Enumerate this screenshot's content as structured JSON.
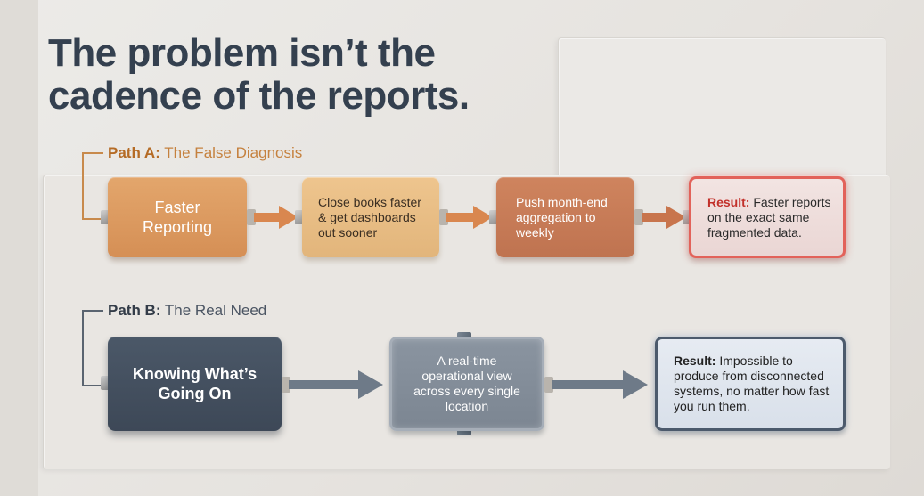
{
  "title": {
    "line1": "The problem isn’t the",
    "line2": "cadence of the reports."
  },
  "path_a": {
    "label_bold": "Path A:",
    "label_rest": " The False Diagnosis",
    "steps": [
      {
        "text": "Faster Reporting"
      },
      {
        "text": "Close books faster & get dashboards out sooner"
      },
      {
        "text": "Push month-end aggregation to weekly"
      }
    ],
    "result": {
      "label": "Result:",
      "text": " Faster reports on the exact same fragmented data."
    }
  },
  "path_b": {
    "label_bold": "Path B:",
    "label_rest": " The Real Need",
    "steps": [
      {
        "text": "Knowing What’s Going On"
      },
      {
        "text": "A real-time operational view across every single location"
      }
    ],
    "result": {
      "label": "Result:",
      "text": " Impossible to produce from disconnected systems, no matter how fast you run them."
    }
  },
  "colors": {
    "title": "#34404f",
    "path_a_accent": "#c5813e",
    "result_a_border": "#e2625a",
    "path_b_accent": "#3d4857",
    "result_b_border": "#4c5a6c"
  }
}
